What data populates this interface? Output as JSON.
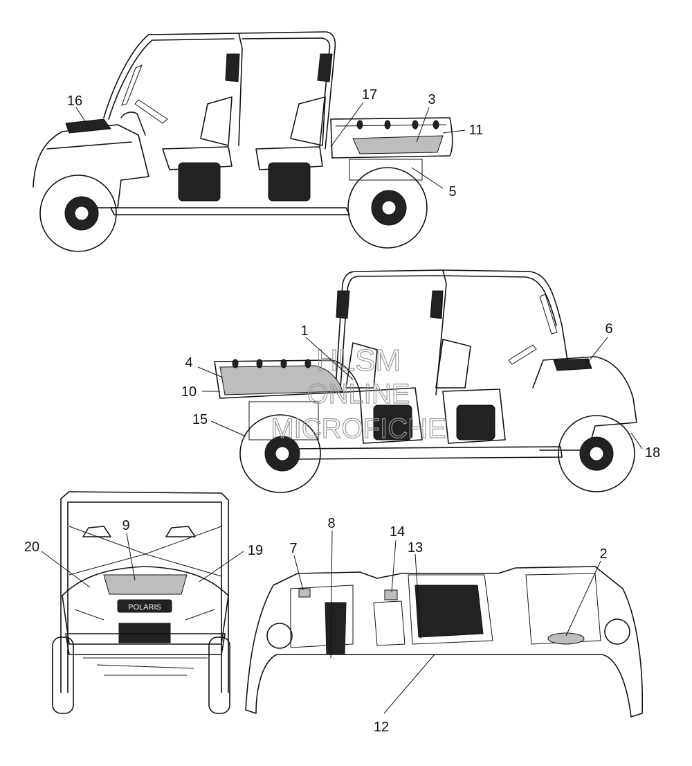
{
  "callouts": [
    "1",
    "2",
    "3",
    "4",
    "5",
    "6",
    "7",
    "8",
    "9",
    "10",
    "11",
    "12",
    "13",
    "14",
    "15",
    "16",
    "17",
    "18",
    "19",
    "20"
  ],
  "watermark": [
    "HLSM",
    "ONLINE",
    "MICROFICHE"
  ],
  "logo_text": "POLARIS"
}
